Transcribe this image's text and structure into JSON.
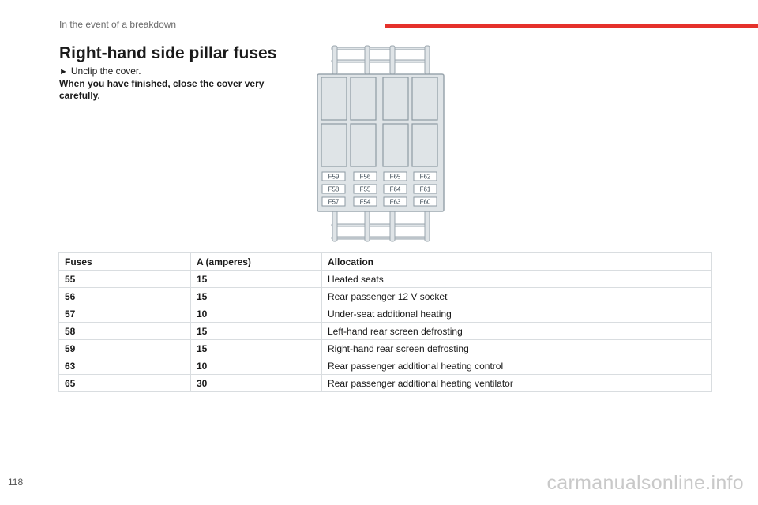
{
  "header": {
    "title": "In the event of a breakdown",
    "accent_color": "#e5312b"
  },
  "section": {
    "heading": "Right-hand side pillar fuses",
    "instruction": "Unclip the cover.",
    "warning": "When you have finished, close the cover very carefully."
  },
  "diagram": {
    "labels": [
      [
        "F59",
        "F56",
        "F65",
        "F62"
      ],
      [
        "F58",
        "F55",
        "F64",
        "F61"
      ],
      [
        "F57",
        "F54",
        "F63",
        "F60"
      ]
    ]
  },
  "table": {
    "headers": [
      "Fuses",
      "A (amperes)",
      "Allocation"
    ],
    "rows": [
      [
        "55",
        "15",
        "Heated seats"
      ],
      [
        "56",
        "15",
        "Rear passenger 12 V socket"
      ],
      [
        "57",
        "10",
        "Under-seat additional heating"
      ],
      [
        "58",
        "15",
        "Left-hand rear screen defrosting"
      ],
      [
        "59",
        "15",
        "Right-hand rear screen defrosting"
      ],
      [
        "63",
        "10",
        "Rear passenger additional heating control"
      ],
      [
        "65",
        "30",
        "Rear passenger additional heating ventilator"
      ]
    ]
  },
  "footer": {
    "page_number": "118",
    "watermark": "carmanualsonline.info"
  }
}
